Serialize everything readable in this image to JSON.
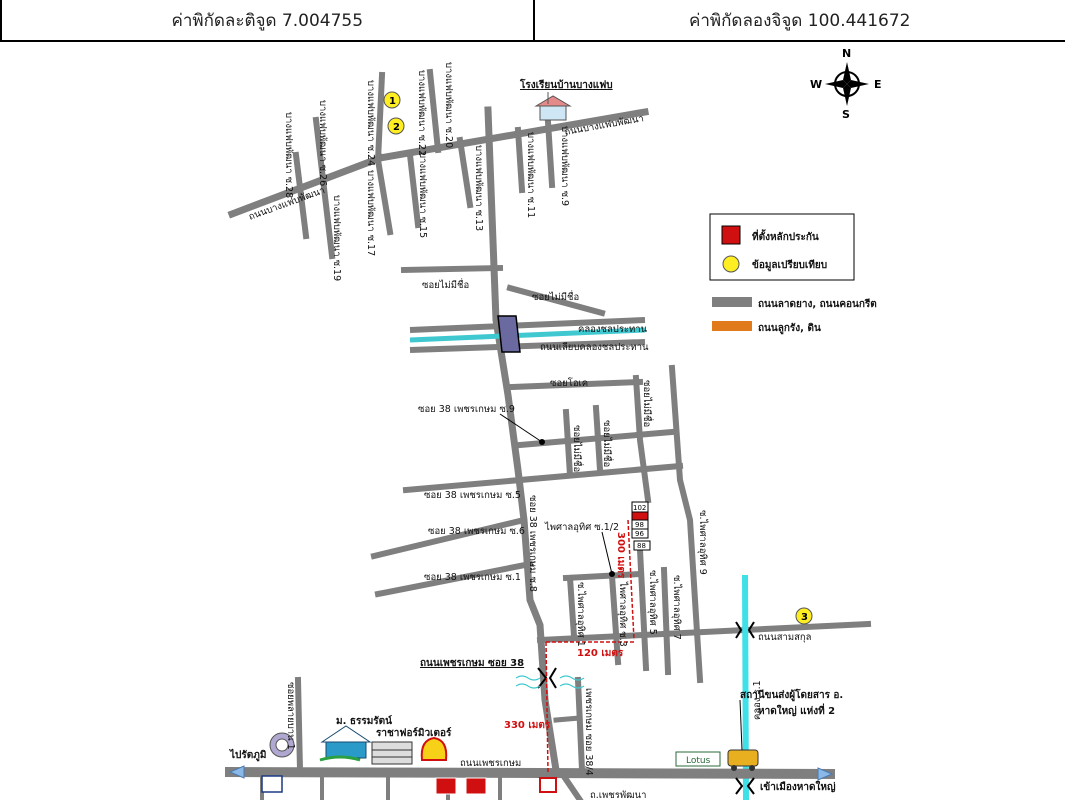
{
  "header": {
    "latitude": "ค่าพิกัดละติจูด 7.004755",
    "longitude": "ค่าพิกัดลองจิจูด 100.441672"
  },
  "compass": {
    "n": "N",
    "s": "S",
    "e": "E",
    "w": "W"
  },
  "legend": {
    "site": "ที่ตั้งหลักประกัน",
    "comparable": "ข้อมูลเปรียบเทียบ",
    "paved": "ถนนลาดยาง, ถนนคอนกรีต",
    "laterite": "ถนนลูกรัง, ดิน"
  },
  "colors": {
    "road": "#7f7f7f",
    "canal": "#40c8d0",
    "dirt": "#e07a1a",
    "marker": "#ffee22",
    "site": "#d01010"
  },
  "labels": {
    "school": "โรงเรียนบ้านบางแฟบ",
    "road_bangfaeb_e": "ถนนบางแฟบพัฒนา",
    "road_bangfaeb_w": "ถนนบางแฟบพัฒนา",
    "soi_24": "บางแฟบพัฒนา ซ.24",
    "soi_22": "บางแฟบพัฒนา ซ.22",
    "soi_20": "บางแฟบพัฒนา ซ.20",
    "soi_28": "บางแฟบพัฒนา ซ.28",
    "soi_26": "บางแฟบพัฒนา ซ.26",
    "soi_17": "บางแฟบพัฒนา ซ.17",
    "soi_15": "บางแฟบพัฒนา ซ.15",
    "soi_13": "บางแฟบพัฒนา ซ.13",
    "soi_11": "บางแฟบพัฒนา ซ.11",
    "soi_9": "บางแฟบพัฒนา ซ.9",
    "soi_19": "บางแฟบพัฒนา ซ.19",
    "soi_noname1": "ซอยไม่มีชื่อ",
    "soi_noname2": "ซอยไม่มีชื่อ",
    "canal": "คลองชลประทาน",
    "canal_road": "ถนนเลียบคลองชลประทาน",
    "soi_ok": "ซอยโอเค",
    "soi_noname3": "ซอยไม่มีชื่อ",
    "soi38_9": "ซอย 38 เพชรเกษม ซ.9",
    "soi_noname4": "ซอยไม่มีชื่อ",
    "soi_noname5": "ซอยไม่มีชื่อ",
    "soi38_5": "ซอย 38 เพชรเกษม ซ.5",
    "soi38_6": "ซอย 38 เพชรเกษม ซ.6",
    "soi38_1": "ซอย 38 เพชรเกษม ซ.1",
    "soi38_8": "ซอย 38 เพชรเกษม ซ.8",
    "phaiklao": "ไพศาลอุทิศ ซ.1/2",
    "phai_9": "ซ.ไพศาลอุทิศ 9",
    "phai_7": "ซ.ไพศาลอุทิศ 7",
    "phai_5": "ซ.ไพศาลอุทิศ 5",
    "phai_3": "ไพศาลอุทิศ ซ.3",
    "phai_1": "ซ.ไพศาลอุทิศ 1",
    "samsakul": "ถนนสามสกุล",
    "phetkasem38": "ถนนเพชรเกษม ซอย 38",
    "phetkasem": "ถนนเพชรเกษม",
    "phetkasem38_4": "เพชรเกษม ซอย 38/4",
    "watmaikhlong": "ซอยพลายบาน 1",
    "klong_r1": "คลอง ร.1",
    "to_pattani": "ไปรัตภูมิ",
    "tham_rat": "ม. ธรรมรัตน์",
    "ratcha_motor": "ราชาฟอร์มิวเตอร์",
    "bus_station": "สถานีขนส่งผู้โดยสาร อ.",
    "bus_station2": "หาดใหญ่ แห่งที่ 2",
    "to_hatyai": "เข้าเมืองหาดใหญ่",
    "phetphatthana": "ถ.เพชรพัฒนา",
    "lotus": "Lotus",
    "dist_120": "120 เมตร",
    "dist_330": "330 เมตร",
    "dist_300": "300 เมตร",
    "house_102": "102",
    "house_98": "98",
    "house_96": "96",
    "house_88": "88",
    "m1": "1",
    "m2": "2",
    "m3": "3"
  }
}
